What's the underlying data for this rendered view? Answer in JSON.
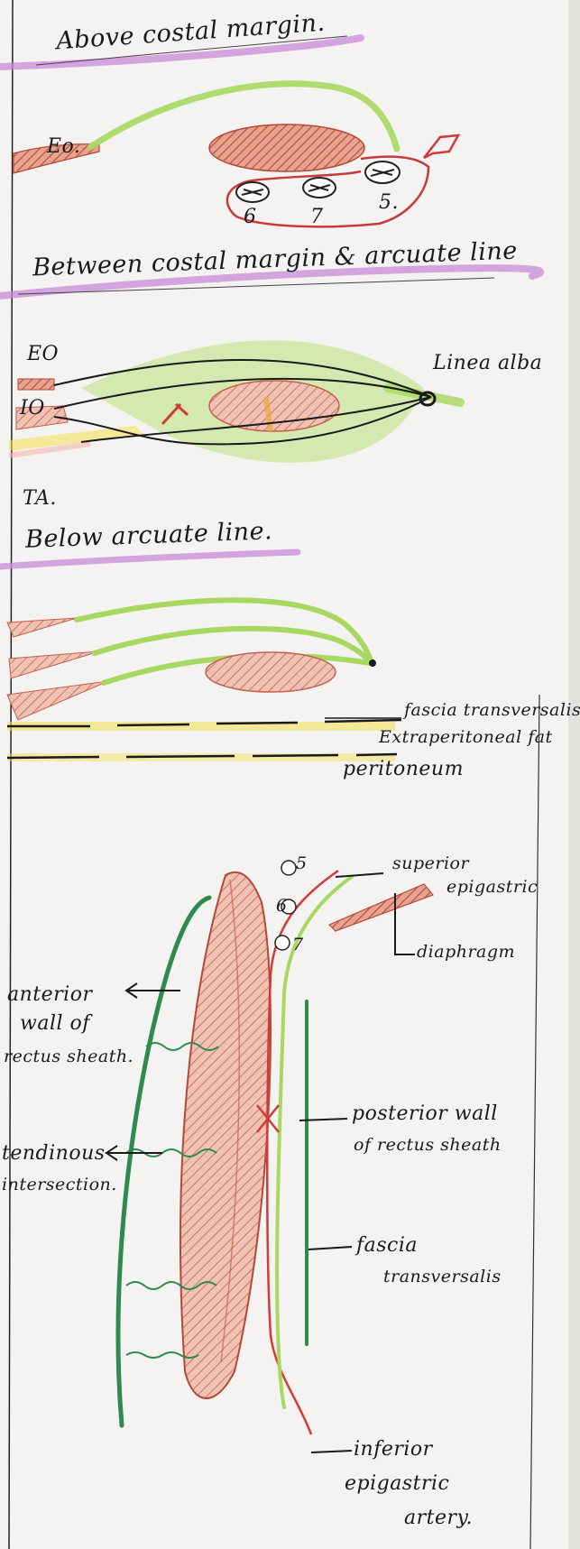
{
  "sections": {
    "above_costal": {
      "heading": "Above costal margin.",
      "labels": {
        "co": "Eo.",
        "rib_6": "6",
        "rib_7": "7",
        "rib_5": "5."
      }
    },
    "between": {
      "heading": "Between costal margin & arcuate line",
      "labels": {
        "eo": "EO",
        "io": "IO",
        "ta": "TA.",
        "linea_alba": "Linea alba"
      }
    },
    "below_arcuate": {
      "heading": "Below arcuate line.",
      "labels": {
        "fascia": "fascia transversalis",
        "extraperitoneal": "Extraperitoneal fat",
        "peritoneum": "peritoneum"
      }
    },
    "sagittal": {
      "labels": {
        "rib_5": "5",
        "rib_6": "6",
        "rib_7": "7",
        "superior_epigastric_1": "superior",
        "superior_epigastric_2": "epigastric",
        "diaphragm": "diaphragm",
        "anterior_wall_1": "anterior",
        "anterior_wall_2": "wall of",
        "anterior_wall_3": "rectus sheath.",
        "tendinous_1": "tendinous",
        "tendinous_2": "intersection.",
        "posterior_wall_1": "posterior wall",
        "posterior_wall_2": "of rectus sheath",
        "fascia_1": "fascia",
        "fascia_2": "transversalis",
        "inferior_1": "inferior",
        "inferior_2": "epigastric",
        "inferior_3": "artery."
      }
    }
  },
  "colors": {
    "green": "#9fd15a",
    "dark_green": "#2f8a4e",
    "muscle": "#d3705c",
    "artery": "#d23a3a",
    "highlight": "#c88ad8",
    "fat": "#f2e04e",
    "ink": "#1a1a1a"
  }
}
